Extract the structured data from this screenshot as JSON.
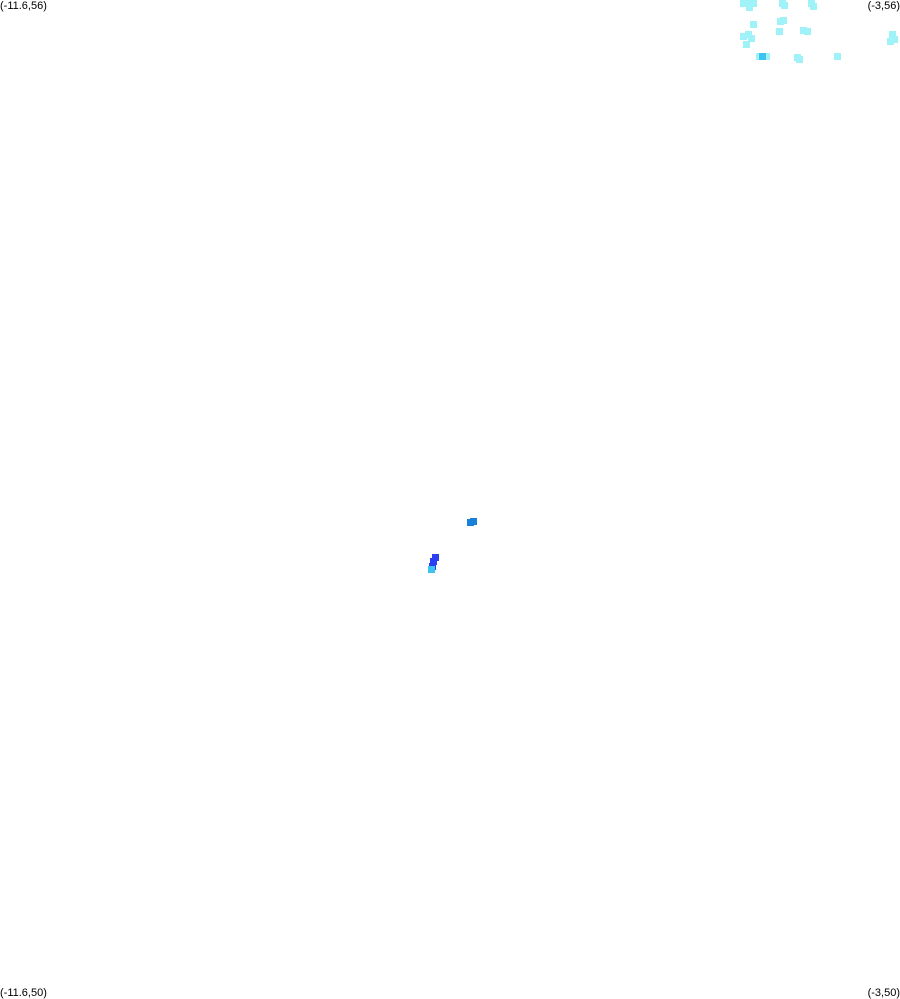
{
  "corners": {
    "top_left": "(-11.6,56)",
    "top_right": "(-3,56)",
    "bottom_left": "(-11.6,50)",
    "bottom_right": "(-3,50)"
  },
  "extent": {
    "lon_min": -11.6,
    "lon_max": -3,
    "lat_min": 50,
    "lat_max": 56
  },
  "colors": {
    "background": "#ffffff",
    "light": "#9ff2f7",
    "medium": "#3cc3f0",
    "strong": "#1a7fd8",
    "dense": "#2a3ff0"
  },
  "cells": [
    {
      "lon": -4.47,
      "lat": 55.998,
      "level": "medium"
    },
    {
      "lon": -4.5,
      "lat": 55.99,
      "level": "light"
    },
    {
      "lon": -4.44,
      "lat": 55.99,
      "level": "light"
    },
    {
      "lon": -4.4,
      "lat": 55.992,
      "level": "light"
    },
    {
      "lon": -4.44,
      "lat": 55.955,
      "level": "light"
    },
    {
      "lon": -4.12,
      "lat": 55.985,
      "level": "light"
    },
    {
      "lon": -4.1,
      "lat": 55.965,
      "level": "light"
    },
    {
      "lon": -3.85,
      "lat": 55.98,
      "level": "light"
    },
    {
      "lon": -3.83,
      "lat": 55.962,
      "level": "light"
    },
    {
      "lon": -4.14,
      "lat": 55.87,
      "level": "light"
    },
    {
      "lon": -4.11,
      "lat": 55.875,
      "level": "light"
    },
    {
      "lon": -4.4,
      "lat": 55.855,
      "level": "light"
    },
    {
      "lon": -3.92,
      "lat": 55.815,
      "level": "light"
    },
    {
      "lon": -3.88,
      "lat": 55.812,
      "level": "light"
    },
    {
      "lon": -4.15,
      "lat": 55.81,
      "level": "light"
    },
    {
      "lon": -4.45,
      "lat": 55.79,
      "level": "light"
    },
    {
      "lon": -4.5,
      "lat": 55.78,
      "level": "light"
    },
    {
      "lon": -4.42,
      "lat": 55.77,
      "level": "light"
    },
    {
      "lon": -4.47,
      "lat": 55.735,
      "level": "light"
    },
    {
      "lon": -3.07,
      "lat": 55.79,
      "level": "light"
    },
    {
      "lon": -3.05,
      "lat": 55.76,
      "level": "light"
    },
    {
      "lon": -3.09,
      "lat": 55.75,
      "level": "light"
    },
    {
      "lon": -4.34,
      "lat": 55.66,
      "level": "light"
    },
    {
      "lon": -4.28,
      "lat": 55.66,
      "level": "light"
    },
    {
      "lon": -4.31,
      "lat": 55.662,
      "level": "medium"
    },
    {
      "lon": -3.98,
      "lat": 55.655,
      "level": "light"
    },
    {
      "lon": -3.96,
      "lat": 55.64,
      "level": "light"
    },
    {
      "lon": -3.6,
      "lat": 55.66,
      "level": "light"
    },
    {
      "lon": -7.08,
      "lat": 52.87,
      "level": "strong"
    },
    {
      "lon": -7.1,
      "lat": 52.86,
      "level": "strong"
    },
    {
      "lon": -7.44,
      "lat": 52.65,
      "level": "dense"
    },
    {
      "lon": -7.46,
      "lat": 52.63,
      "level": "dense"
    },
    {
      "lon": -7.47,
      "lat": 52.6,
      "level": "dense"
    },
    {
      "lon": -7.48,
      "lat": 52.58,
      "level": "medium"
    }
  ]
}
